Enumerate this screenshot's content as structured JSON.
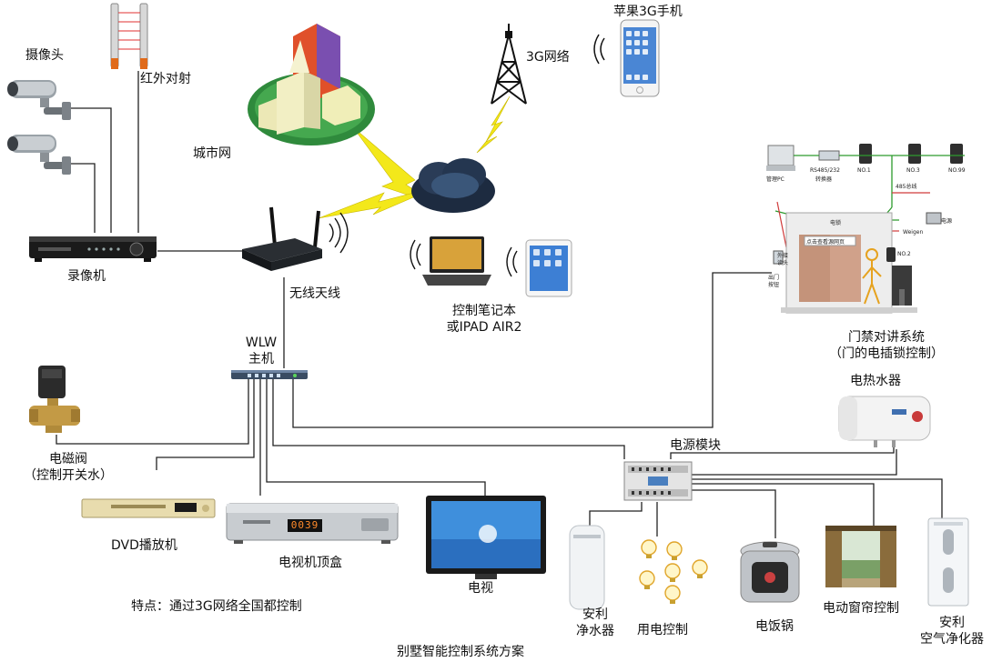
{
  "labels": {
    "camera": "摄像头",
    "infrared": "红外对射",
    "city_network": "城市网",
    "network_3g": "3G网络",
    "apple_phone": "苹果3G手机",
    "dvr": "录像机",
    "wireless_antenna": "无线天线",
    "control_laptop_l1": "控制笔记本",
    "control_laptop_l2": "或IPAD AIR2",
    "access_control_l1": "门禁对讲系统",
    "access_control_l2": "（门的电插锁控制）",
    "wlw_host_l1": "WLW",
    "wlw_host_l2": "主机",
    "solenoid_valve_l1": "电磁阀",
    "solenoid_valve_l2": "（控制开关水）",
    "water_heater": "电热水器",
    "power_module": "电源模块",
    "dvd_player": "DVD播放机",
    "tv_settop_box": "电视机顶盒",
    "tv": "电视",
    "water_purifier_l1": "安利",
    "water_purifier_l2": "净水器",
    "power_control": "用电控制",
    "rice_cooker": "电饭锅",
    "curtain_control": "电动窗帘控制",
    "air_purifier_l1": "安利",
    "air_purifier_l2": "空气净化器",
    "features": "特点：通过3G网络全国都控制",
    "footer_title": "别墅智能控制系统方案"
  },
  "door_panel": {
    "mgmt_pc": "管理PC",
    "rs485": "RS485/232",
    "converter": "转换器",
    "no1": "NO.1",
    "no3": "NO.3",
    "no99": "NO.99",
    "bus485": "485总线",
    "power": "电源",
    "lock": "电锁",
    "weigen": "Weigen",
    "no2": "NO.2",
    "exit_button_l1": "出门",
    "exit_button_l2": "按钮",
    "reader_l1": "外接",
    "reader_l2": "读头",
    "hint": "点击查看源网页"
  },
  "settop_display": "0039",
  "icons": {
    "camera": "security-camera-icon",
    "infrared": "infrared-beam-sensor-icon",
    "city": "city-buildings-icon",
    "tower": "cell-tower-icon",
    "phone": "smartphone-icon",
    "cloud": "storm-cloud-icon",
    "router": "wifi-router-icon",
    "laptop": "laptop-icon",
    "tablet": "tablet-icon",
    "dvr": "dvr-recorder-icon",
    "host": "network-switch-icon",
    "valve": "solenoid-valve-icon",
    "heater": "water-heater-icon",
    "module": "power-module-icon",
    "dvd": "dvd-player-icon",
    "settop": "set-top-box-icon",
    "tv": "television-icon",
    "purifier": "water-purifier-icon",
    "bulbs": "light-bulbs-icon",
    "cooker": "rice-cooker-icon",
    "curtain": "window-curtain-icon",
    "air": "air-purifier-icon"
  }
}
